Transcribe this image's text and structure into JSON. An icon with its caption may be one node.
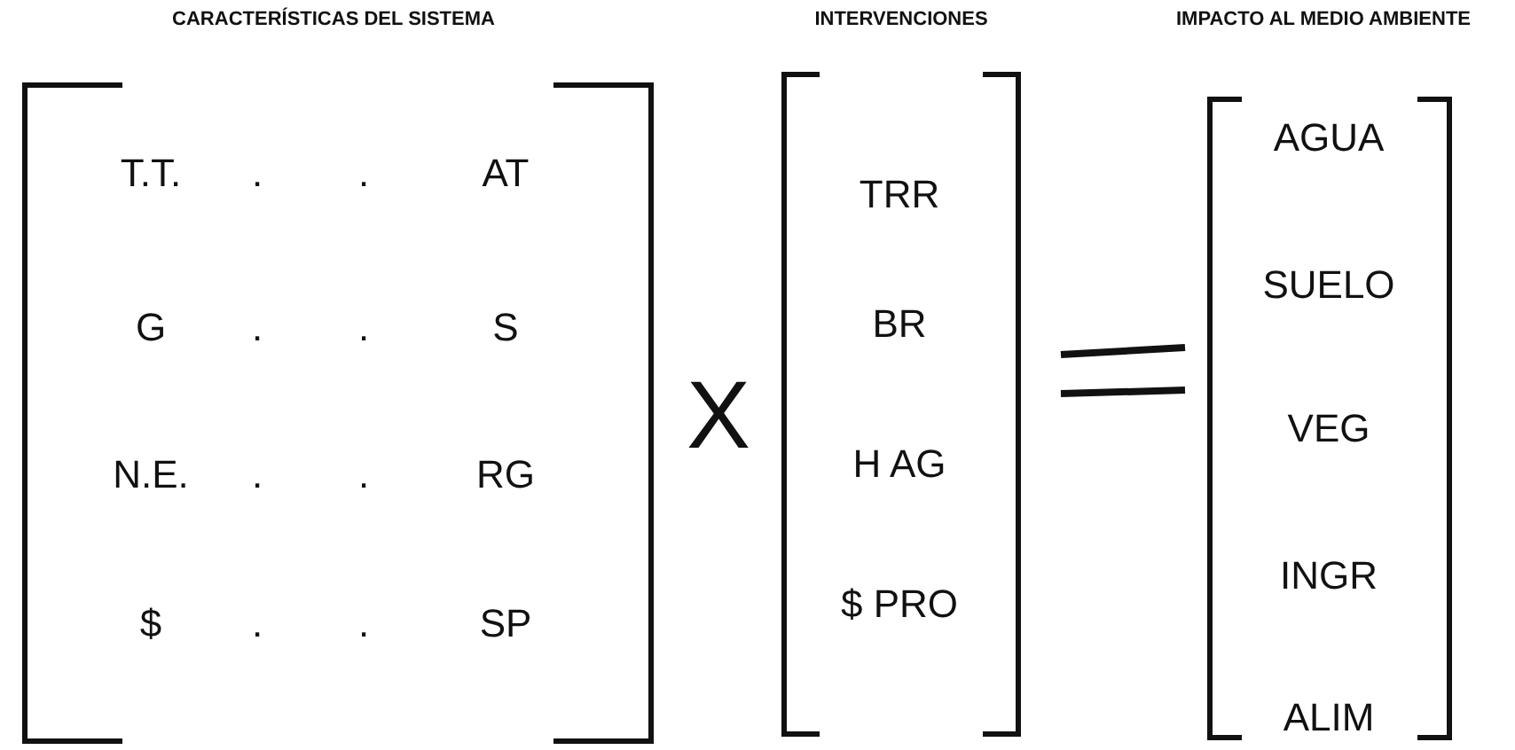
{
  "diagram": {
    "labels": [
      "CARACTERÍSTICAS DEL SISTEMA",
      "INTERVENCIONES",
      "IMPACTO AL MEDIO AMBIENTE",
      "T.T.",
      ".",
      ".",
      "AT",
      "G",
      ".",
      ".",
      "S",
      "N.E.",
      ".",
      ".",
      "RG",
      "$",
      ".",
      ".",
      "SP",
      "X",
      "TRR",
      "BR",
      "H AG",
      "$ PRO",
      "AGUA",
      "SUELO",
      "VEG",
      "INGR",
      "ALIM"
    ]
  }
}
